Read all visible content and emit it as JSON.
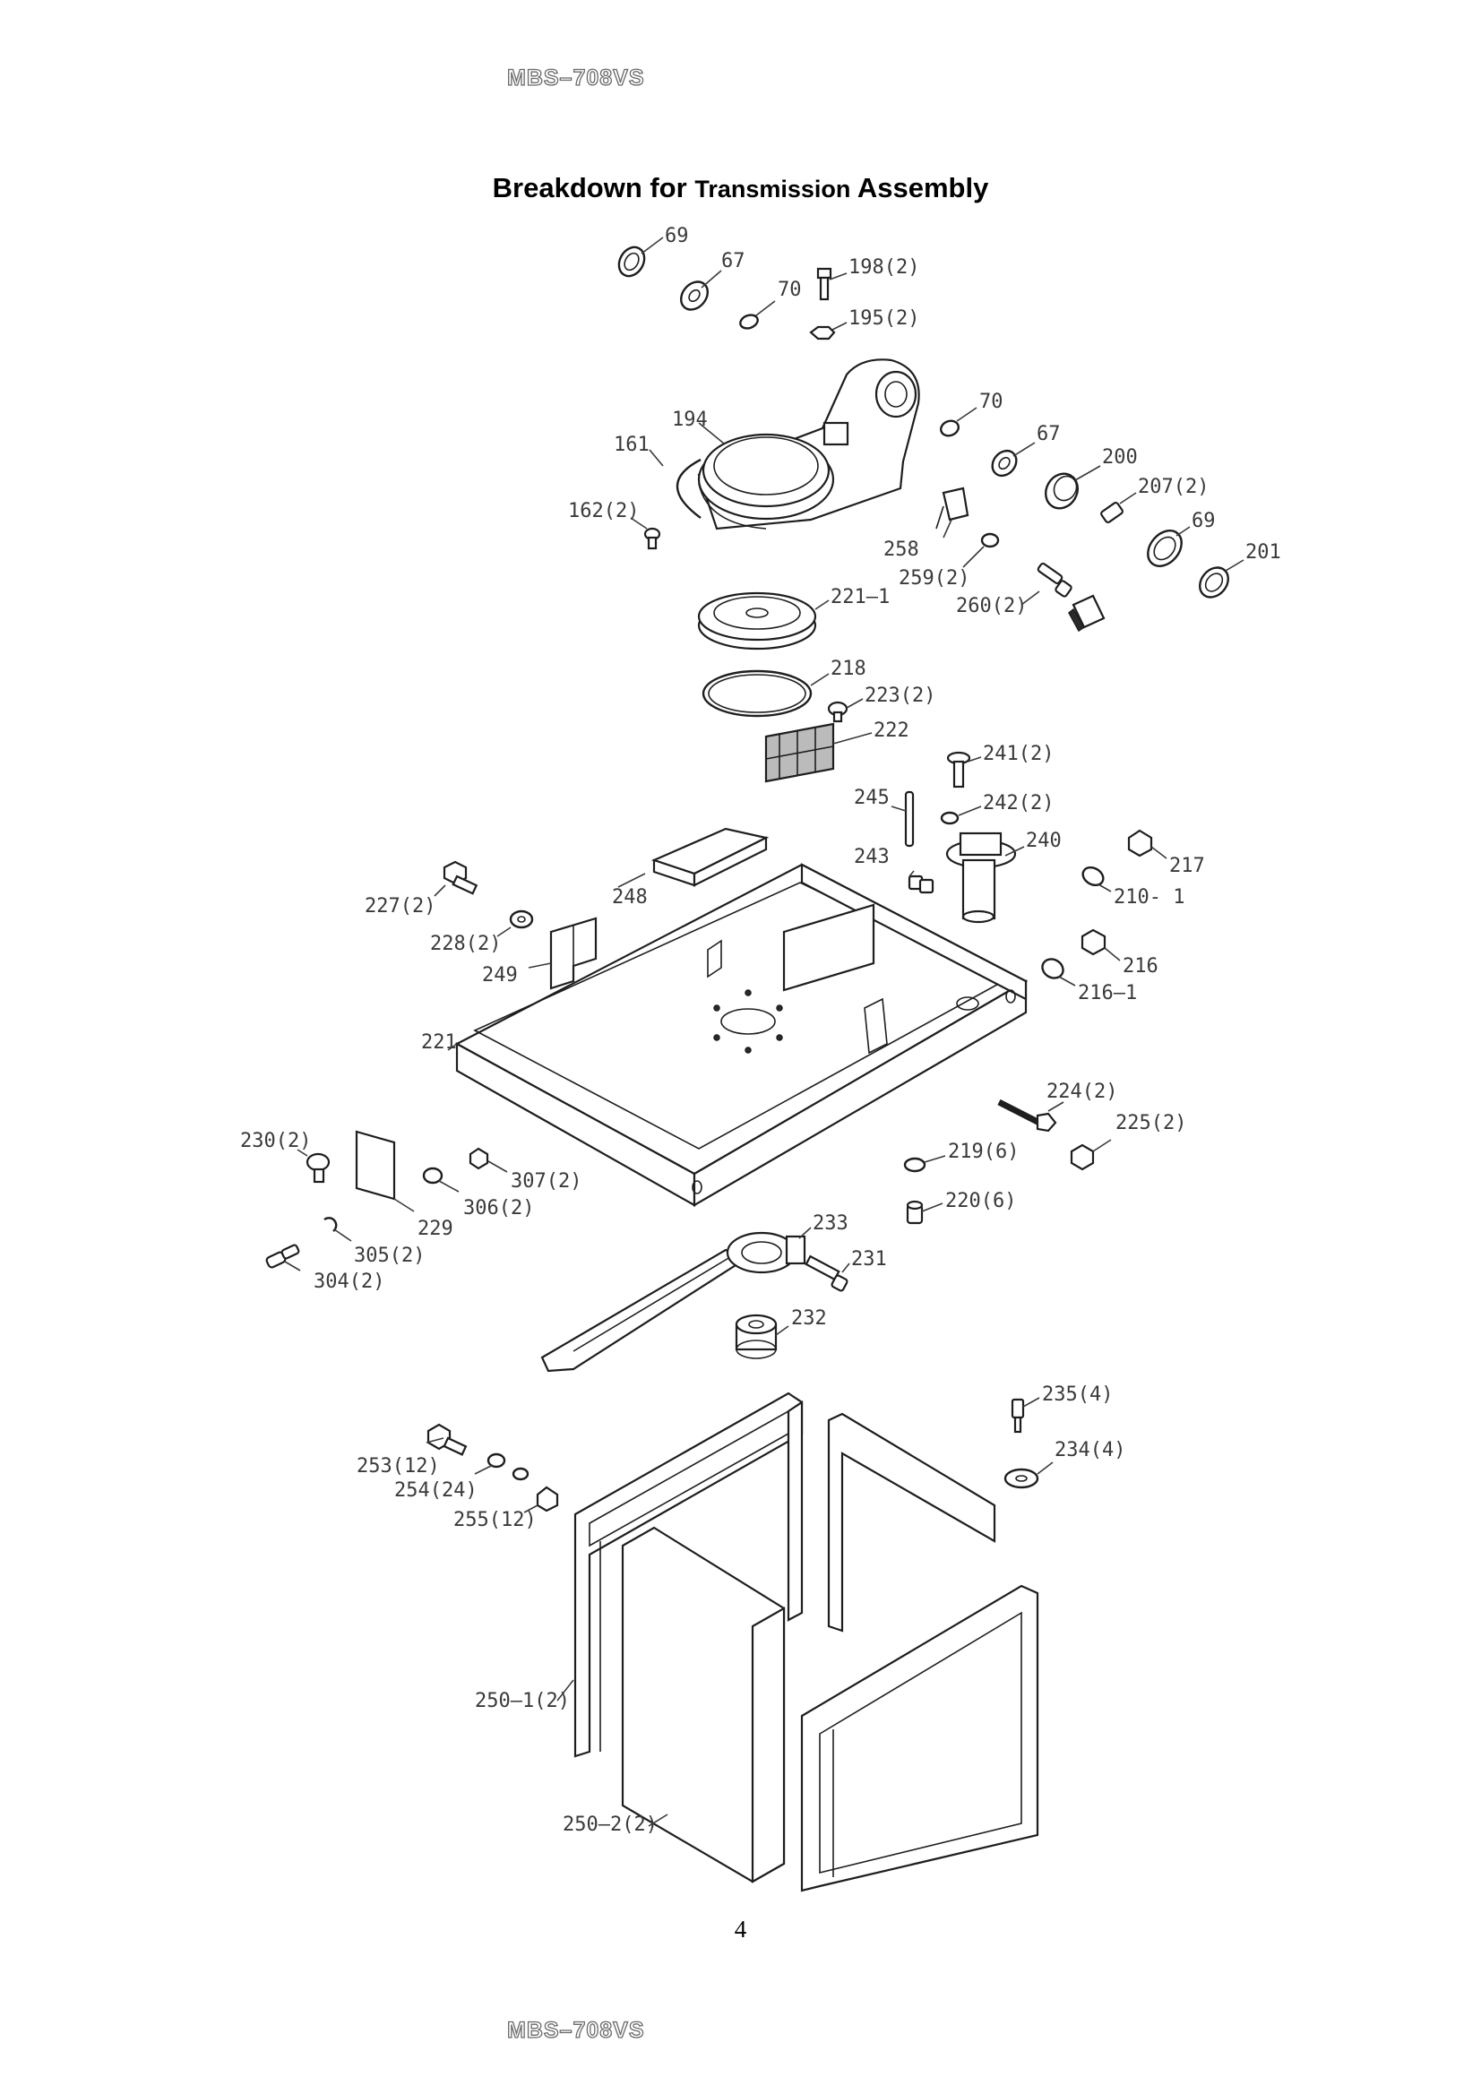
{
  "document": {
    "model": "MBS–708VS",
    "title_part1": "Breakdown for",
    "title_part2": "Transmission",
    "title_part3": "Assembly",
    "page_number": "4"
  },
  "labels": {
    "p69_top": "69",
    "p67_top": "67",
    "p70_top": "70",
    "p198": "198(2)",
    "p195": "195(2)",
    "p194": "194",
    "p161": "161",
    "p162": "162(2)",
    "p70_mid": "70",
    "p67_mid": "67",
    "p200": "200",
    "p207": "207(2)",
    "p69_mid": "69",
    "p201": "201",
    "p258": "258",
    "p259": "259(2)",
    "p260": "260(2)",
    "p221_1": "221–1",
    "p218": "218",
    "p223": "223(2)",
    "p222": "222",
    "p241": "241(2)",
    "p245": "245",
    "p242": "242(2)",
    "p243": "243",
    "p240": "240",
    "p217": "217",
    "p210_1": "210- 1",
    "p216": "216",
    "p216_1": "216–1",
    "p227": "227(2)",
    "p248": "248",
    "p228": "228(2)",
    "p249": "249",
    "p221": "221",
    "p224": "224(2)",
    "p225": "225(2)",
    "p219": "219(6)",
    "p220": "220(6)",
    "p230": "230(2)",
    "p307": "307(2)",
    "p306": "306(2)",
    "p229": "229",
    "p305": "305(2)",
    "p304": "304(2)",
    "p233": "233",
    "p231": "231",
    "p232": "232",
    "p235": "235(4)",
    "p234": "234(4)",
    "p253": "253(12)",
    "p254": "254(24)",
    "p255": "255(12)",
    "p250_1": "250–1(2)",
    "p250_2": "250–2(2)"
  }
}
